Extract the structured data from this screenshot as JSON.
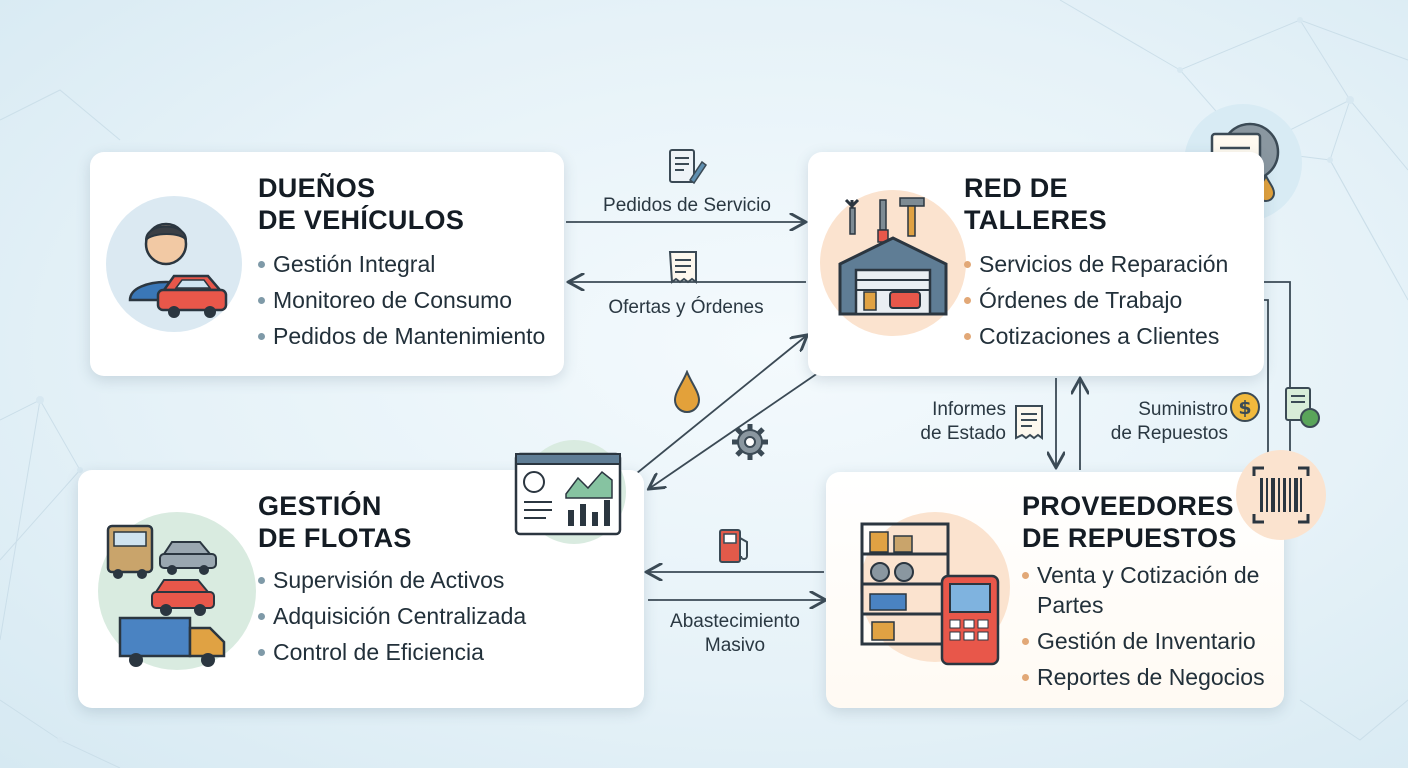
{
  "nodes": {
    "owners": {
      "title_line1": "DUEÑOS",
      "title_line2": "DE VEHÍCULOS",
      "items": [
        "Gestión Integral",
        "Monitoreo de Consumo",
        "Pedidos de Mantenimiento"
      ]
    },
    "workshops": {
      "title_line1": "RED DE",
      "title_line2": "TALLERES",
      "items": [
        "Servicios de Reparación",
        "Órdenes de Trabajo",
        "Cotizaciones a Clientes"
      ]
    },
    "fleet": {
      "title_line1": "GESTIÓN",
      "title_line2": "DE FLOTAS",
      "items": [
        "Supervisión de Activos",
        "Adquisición Centralizada",
        "Control de Eficiencia"
      ]
    },
    "suppliers": {
      "title_line1": "PROVEEDORES",
      "title_line2": "DE REPUESTOS",
      "items": [
        "Venta y Cotización de Partes",
        "Gestión de Inventario",
        "Reportes de Negocios"
      ]
    }
  },
  "flows": {
    "service_orders": "Pedidos de Servicio",
    "offers_orders": "Ofertas y Órdenes",
    "status_reports_line1": "Informes",
    "status_reports_line2": "de Estado",
    "parts_supply_line1": "Suministro",
    "parts_supply_line2": "de Repuestos",
    "bulk_supply_line1": "Abastecimiento",
    "bulk_supply_line2": "Masivo"
  },
  "colors": {
    "background": "#e6f2f8",
    "card": "#ffffff",
    "arrow": "#3b4a55",
    "accent_orange": "#e2a877",
    "accent_blue": "#dbe9f2",
    "accent_green": "#d9ebe0"
  },
  "icons": {
    "owners": "person-with-car-icon",
    "workshops": "garage-with-tools-icon",
    "fleet": "vehicles-icon",
    "suppliers": "parts-shelf-and-pos-icon",
    "top_right": "document-gear-oil-icon",
    "barcode": "barcode-icon",
    "dashboard": "dashboard-screen-icon"
  }
}
